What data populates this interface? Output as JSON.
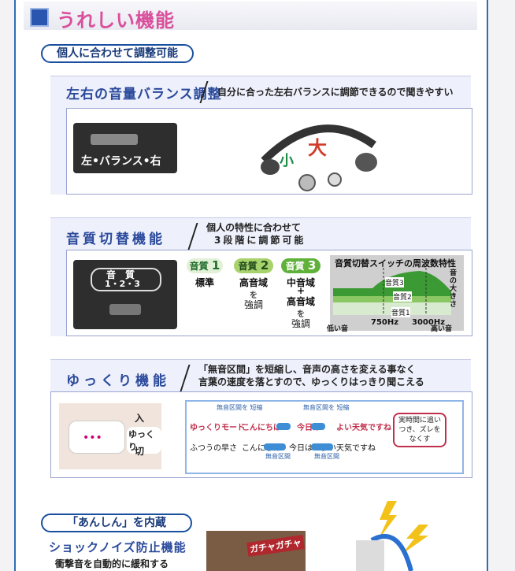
{
  "header": {
    "title": "うれしい機能"
  },
  "pill_personal": {
    "label": "個人に合わせて調整可能"
  },
  "balance": {
    "title": "左右の音量バランス調整",
    "desc": "自分に合った左右バランスに調節できるので聞きやすい",
    "switch_label": "左•バランス•右",
    "small": "小",
    "large": "大"
  },
  "quality": {
    "title": "音質切替機能",
    "desc_line1": "個人の特性に合わせて",
    "desc_line2": "3段階に調節可能",
    "switch_top": "音　質",
    "switch_nums": "1・2・3",
    "modes": [
      {
        "badge": "音質",
        "num": "1",
        "line1": "標準",
        "line2": "",
        "line3": "",
        "line4": "",
        "line5": ""
      },
      {
        "badge": "音質",
        "num": "2",
        "line1": "高音域",
        "line2": "を",
        "line3": "強調",
        "line4": "",
        "line5": ""
      },
      {
        "badge": "音質",
        "num": "3",
        "line1": "中音域",
        "line2": "+",
        "line3": "高音域",
        "line4": "を",
        "line5": "強調"
      }
    ],
    "chart": {
      "title": "音質切替スイッチの周波数特性",
      "x_low": "低い音",
      "x_high": "高い音",
      "x_mark1": "750Hz",
      "x_mark2": "3000Hz",
      "y_label": "音の大きさ",
      "series": [
        "音質3",
        "音質2",
        "音質1"
      ]
    }
  },
  "slow": {
    "title": "ゆっくり機能",
    "desc_line1": "「無音区間」を短縮し、音声の高さを変える事なく",
    "desc_line2": "言葉の速度を落とすので、ゆっくりはっきり聞こえる",
    "switch_on": "入",
    "switch_mid": "ゆっくり",
    "switch_off": "切",
    "row1_label": "ゆっくりモード",
    "row1_text": "こんにちは　　今日は　　よい天気ですね",
    "row2_label": "ふつうの早さ",
    "row2_text": "こんにちは　今日は　よい天気ですね",
    "silence_short": "無音区間を 短縮",
    "silence": "無音区間",
    "note": "実時間に追いつき、ズレをなくす"
  },
  "pill_safe": {
    "label": "「あんしん」を内蔵"
  },
  "shock": {
    "title": "ショックノイズ防止機能",
    "desc": "衝撃音を自動的に緩和する",
    "photo_text": "ガチャガチャ"
  },
  "colors": {
    "accent": "#d94f9b",
    "brand": "#2b4a9c",
    "border": "#2c6fb7"
  }
}
